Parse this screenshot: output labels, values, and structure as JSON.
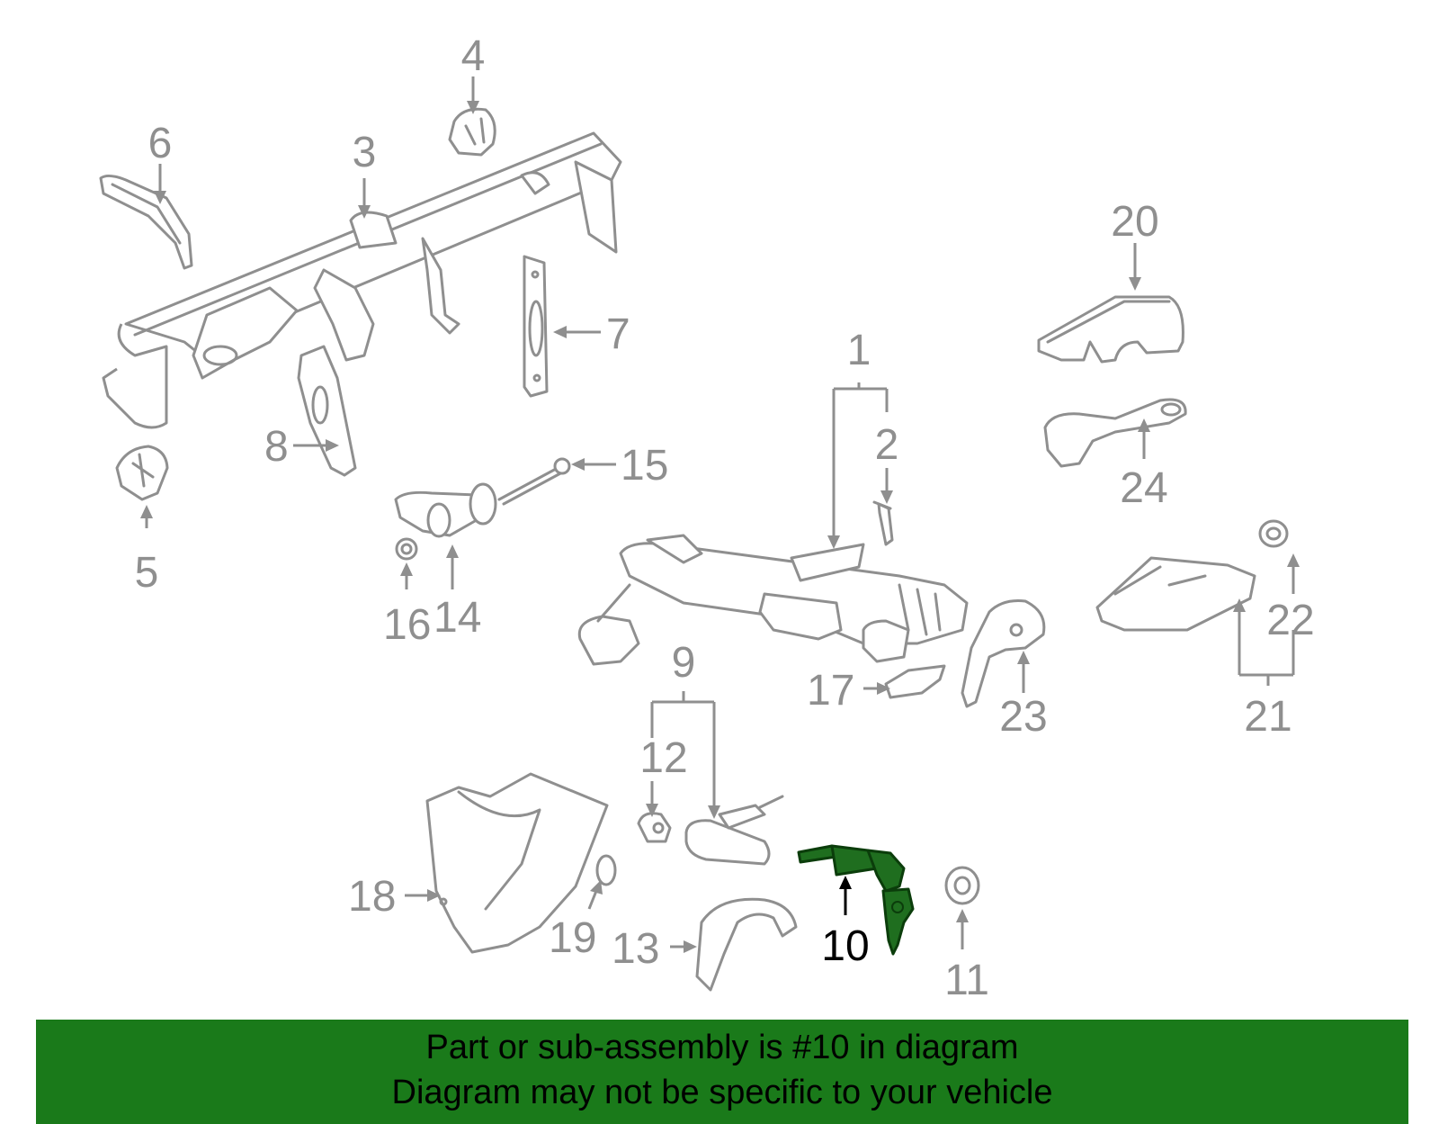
{
  "diagram": {
    "callouts": [
      "1",
      "2",
      "3",
      "4",
      "5",
      "6",
      "7",
      "8",
      "9",
      "10",
      "11",
      "12",
      "13",
      "14",
      "15",
      "16",
      "17",
      "18",
      "19",
      "20",
      "21",
      "22",
      "23",
      "24"
    ],
    "highlighted_callout": "10",
    "highlight_color": "#1f6e1f",
    "line_color": "#8f8f8f"
  },
  "banner": {
    "line1": "Part or sub-assembly is #10 in diagram",
    "line2": "Diagram may not be specific to your vehicle",
    "background": "#1a7a1a"
  }
}
